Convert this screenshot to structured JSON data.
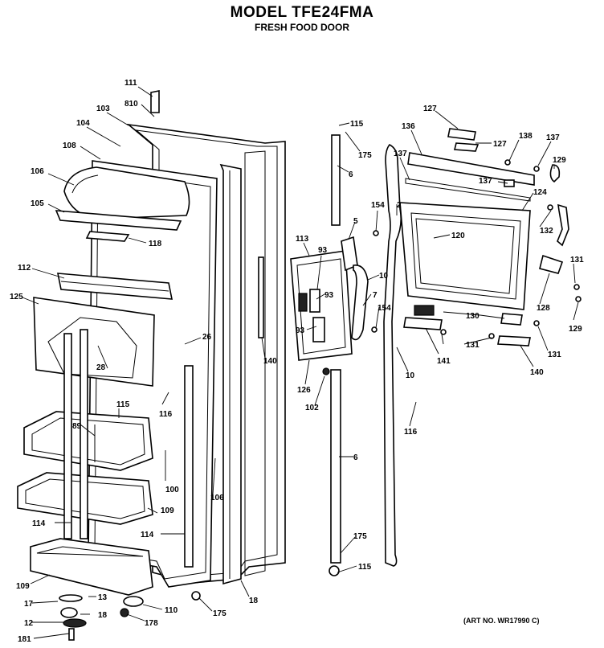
{
  "header": {
    "title": "MODEL TFE24FMA",
    "subtitle": "FRESH FOOD DOOR"
  },
  "footer": {
    "art_number": "(ART NO. WR17990 C)"
  },
  "callouts": {
    "c111": "111",
    "c810": "810",
    "c103": "103",
    "c104": "104",
    "c108": "108",
    "c106a": "106",
    "c105": "105",
    "c118": "118",
    "c112": "112",
    "c125": "125",
    "c26a": "26",
    "c28": "28",
    "c115a": "115",
    "c116a": "116",
    "c89": "89",
    "c100": "100",
    "c109a": "109",
    "c114a": "114",
    "c106b": "106",
    "c114b": "114",
    "c109b": "109",
    "c13": "13",
    "c17": "17",
    "c18a": "18",
    "c12": "12",
    "c181": "181",
    "c110": "110",
    "c178": "178",
    "c175a": "175",
    "c18b": "18",
    "c140a": "140",
    "c113": "113",
    "c93a": "93",
    "c93b": "93",
    "c93c": "93",
    "c126": "126",
    "c102": "102",
    "c115b": "115",
    "c175b": "175",
    "c6a": "6",
    "c5": "5",
    "c10a": "10",
    "c7": "7",
    "c154a": "154",
    "c154b": "154",
    "c6b": "6",
    "c175c": "175",
    "c115c": "115",
    "c2": "2",
    "c10b": "10",
    "c116b": "116",
    "c136": "136",
    "c127a": "127",
    "c127b": "127",
    "c138": "138",
    "c137a": "137",
    "c137b": "137",
    "c137c": "137",
    "c129a": "129",
    "c124": "124",
    "c120": "120",
    "c132": "132",
    "c131a": "131",
    "c128": "128",
    "c129b": "129",
    "c130": "130",
    "c131b": "131",
    "c131c": "131",
    "c141": "141",
    "c140b": "140"
  }
}
